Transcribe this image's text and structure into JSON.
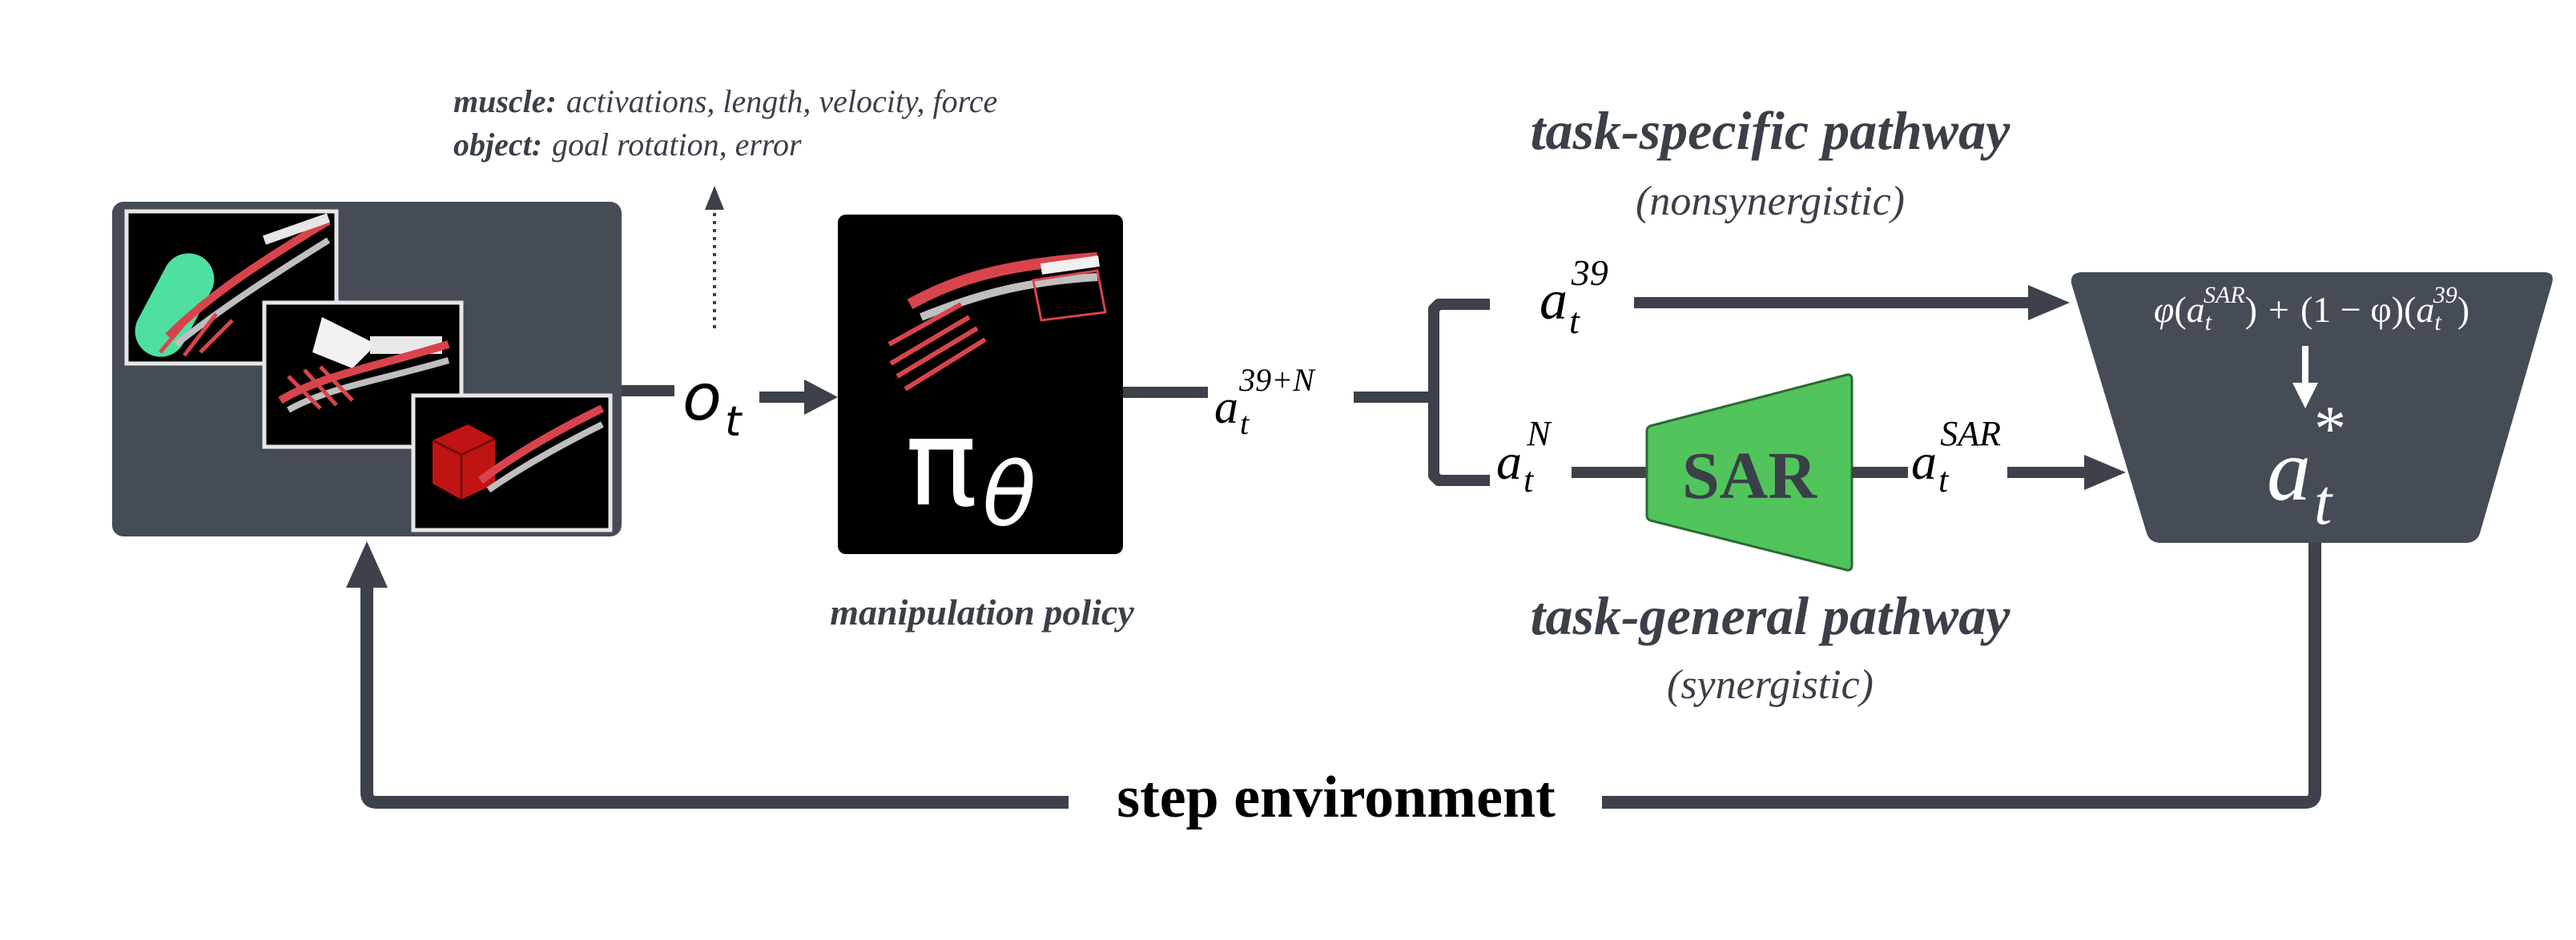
{
  "observations": {
    "muscle_label": "muscle:",
    "muscle_text": "activations, length, velocity, force",
    "object_label": "object:",
    "object_text": "goal rotation, error"
  },
  "observation_symbol": {
    "base": "o",
    "sub": "t"
  },
  "policy": {
    "symbol_base": "π",
    "symbol_sub": "θ",
    "caption": "manipulation policy"
  },
  "action_full": {
    "base": "a",
    "sub": "t",
    "sup": "39+N"
  },
  "task_specific": {
    "title": "task-specific pathway",
    "subtitle": "(nonsynergistic)"
  },
  "task_general": {
    "title": "task-general pathway",
    "subtitle": "(synergistic)"
  },
  "action_39": {
    "base": "a",
    "sub": "t",
    "sup": "39"
  },
  "action_N": {
    "base": "a",
    "sub": "t",
    "sup": "N"
  },
  "sar_block": {
    "label": "SAR"
  },
  "action_sar": {
    "base": "a",
    "sub": "t",
    "sup": "SAR"
  },
  "combiner": {
    "phi": "φ",
    "a": "a",
    "t": "t",
    "sup_sar": "SAR",
    "sup_39": "39",
    "plus": "+",
    "one_minus_phi": "(1 − φ)",
    "open": "(",
    "close": ")",
    "result_base": "a",
    "result_sub": "t",
    "result_sup": "*"
  },
  "feedback": {
    "label": "step environment"
  },
  "colors": {
    "dark": "#464c56",
    "line": "#3c414a",
    "sar_green": "#52c45c",
    "policy_black": "#000000",
    "muscle_red": "#d8444c",
    "bone_white": "#e8e8e8",
    "capsule_green": "#4ee0a0",
    "cube_red": "#c01414"
  },
  "icons": [
    "hand-capsule-icon",
    "hand-bottle-icon",
    "hand-cube-icon",
    "hand-policy-icon"
  ]
}
